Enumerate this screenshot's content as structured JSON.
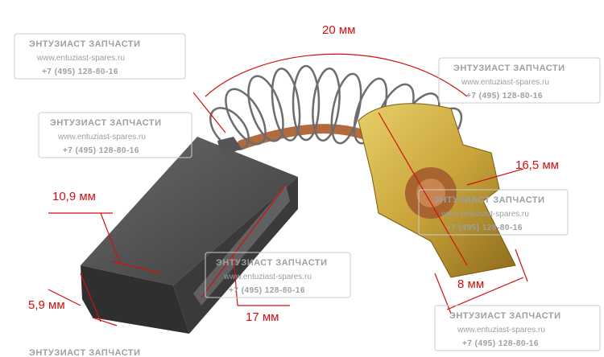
{
  "watermark": {
    "title": "ЭНТУЗИАСТ ЗАПЧАСТИ",
    "url": "www.entuziast-spares.ru",
    "phone": "+7 (495) 128-80-16"
  },
  "dimensions": {
    "spring_length": "20 мм",
    "contact_plate": "16,5 мм",
    "brush_width": "10,9 мм",
    "brush_thickness": "5,9 мм",
    "brush_length": "17 мм",
    "plate_width": "8 мм"
  },
  "colors": {
    "annotation": "#d01010",
    "carbon": "#4a4a4a",
    "brass": "#c9a53a",
    "copper": "#b36a3c",
    "spring": "#6d6d6d"
  }
}
